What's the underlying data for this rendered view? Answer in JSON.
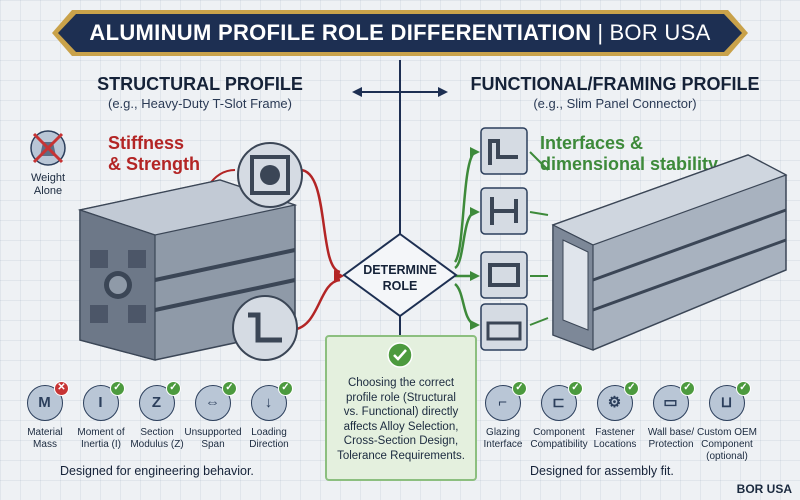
{
  "header": {
    "title": "ALUMINUM PROFILE ROLE DIFFERENTIATION",
    "separator": "|",
    "brand": "BOR USA"
  },
  "structural": {
    "heading": "STRUCTURAL PROFILE",
    "subheading": "(e.g., Heavy-Duty T-Slot Frame)",
    "emphasis_line1": "Stiffness",
    "emphasis_line2": "& Strength",
    "excluded_criterion_line1": "Weight",
    "excluded_criterion_line2": "Alone",
    "footer": "Designed for engineering behavior.",
    "criteria": [
      {
        "label1": "Material",
        "label2": "Mass",
        "glyph": "M",
        "icon": "weight-icon",
        "status": "excluded"
      },
      {
        "label1": "Moment of",
        "label2": "Inertia (I)",
        "glyph": "I",
        "icon": "i-beam-icon",
        "status": "included"
      },
      {
        "label1": "Section",
        "label2": "Modulus (Z)",
        "glyph": "Z",
        "icon": "z-section-icon",
        "status": "included"
      },
      {
        "label1": "Unsupported",
        "label2": "Span",
        "glyph": "⇔",
        "icon": "span-icon",
        "status": "included"
      },
      {
        "label1": "Loading",
        "label2": "Direction",
        "glyph": "↓",
        "icon": "load-arrow-icon",
        "status": "included"
      }
    ]
  },
  "decision": {
    "line1": "DETERMINE",
    "line2": "ROLE"
  },
  "callout": {
    "line1": "Choosing the correct",
    "line2": "profile role (Structural",
    "line3": "vs. Functional) directly",
    "line4": "affects Alloy Selection,",
    "line5": "Cross-Section Design,",
    "line6": "Tolerance Requirements."
  },
  "functional": {
    "heading": "FUNCTIONAL/FRAMING PROFILE",
    "subheading": "(e.g., Slim Panel Connector)",
    "emphasis_line1": "Interfaces &",
    "emphasis_line2": "dimensional stability",
    "footer": "Designed for assembly fit.",
    "criteria": [
      {
        "label1": "Glazing",
        "label2": "Interface",
        "label3": "",
        "glyph": "⌐",
        "icon": "glazing-icon",
        "status": "included"
      },
      {
        "label1": "Component",
        "label2": "Compatibility",
        "label3": "",
        "glyph": "⊏",
        "icon": "component-icon",
        "status": "included"
      },
      {
        "label1": "Fastener",
        "label2": "Locations",
        "label3": "",
        "glyph": "⚙",
        "icon": "screw-icon",
        "status": "included"
      },
      {
        "label1": "Wall base/",
        "label2": "Protection",
        "label3": "",
        "glyph": "▭",
        "icon": "wall-base-icon",
        "status": "included"
      },
      {
        "label1": "Custom OEM",
        "label2": "Component",
        "label3": "(optional)",
        "glyph": "⊔",
        "icon": "oem-component-icon",
        "status": "included"
      }
    ]
  },
  "logo": "BOR USA",
  "colors": {
    "navy": "#1d2f52",
    "gold": "#c9a24a",
    "red": "#b32525",
    "green": "#3d8a3a",
    "callout": "#e4f0de"
  }
}
